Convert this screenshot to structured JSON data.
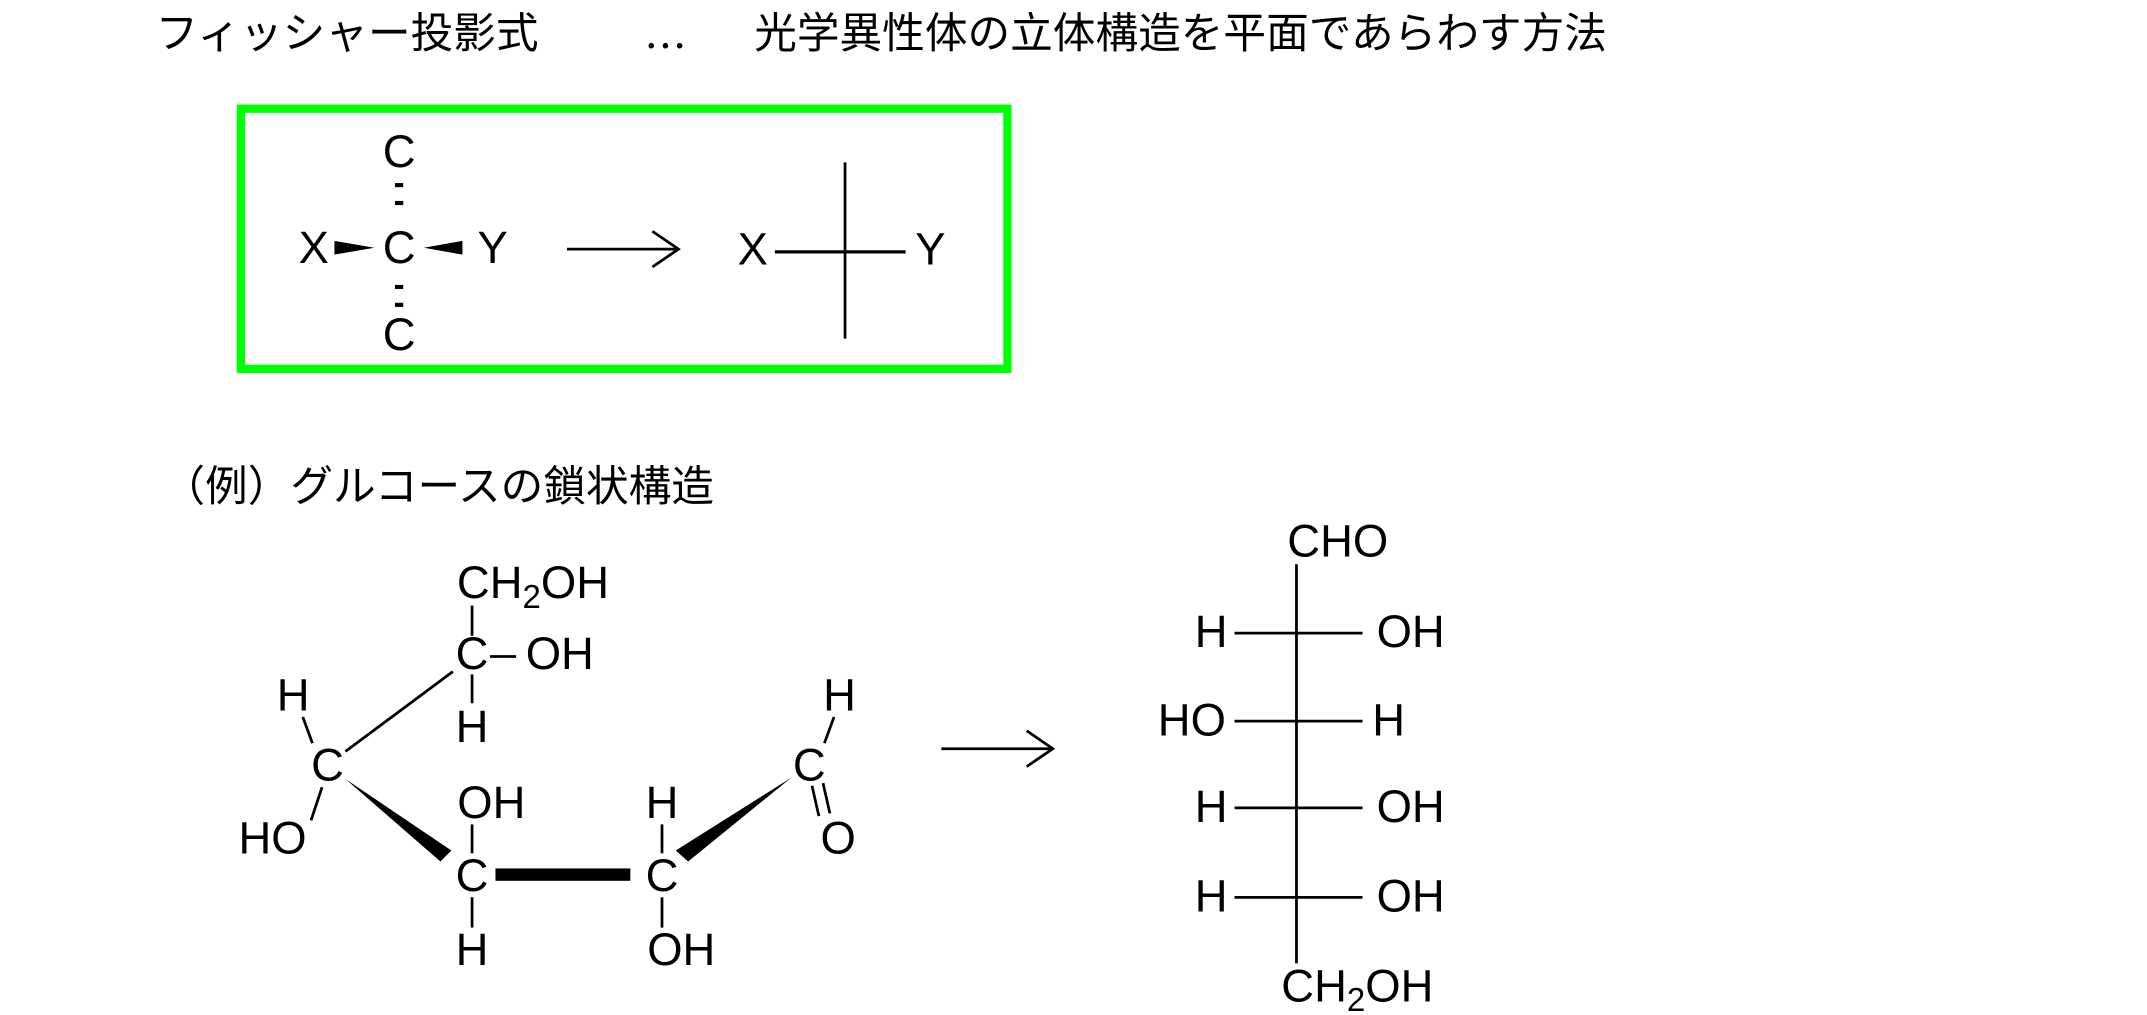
{
  "title": {
    "term": "フィッシャー投影式",
    "separator": "…",
    "description": "光学異性体の立体構造を平面であらわす方法"
  },
  "projection_box": {
    "border_color": "#00ff00",
    "wedge_form": {
      "top": "C",
      "center": "C",
      "bottom": "C",
      "left": "X",
      "right": "Y"
    },
    "fischer_form": {
      "left": "X",
      "right": "Y"
    }
  },
  "example": {
    "heading": "（例）グルコースの鎖状構造",
    "chain": {
      "top_group": {
        "main": "CH",
        "sub": "2",
        "tail": "OH"
      },
      "c5": {
        "atom": "C",
        "right": "OH",
        "bottom": "H"
      },
      "c4": {
        "atom": "C",
        "top": "H",
        "bottom": "HO"
      },
      "c3": {
        "atom": "C",
        "top": "OH",
        "bottom": "H"
      },
      "c2": {
        "atom": "C",
        "top": "H",
        "bottom": "OH"
      },
      "c1": {
        "atom": "C",
        "top": "H",
        "oxygen": "O"
      }
    },
    "fischer": {
      "top": "CHO",
      "rows": [
        {
          "left": "H",
          "right": "OH"
        },
        {
          "left": "HO",
          "right": "H"
        },
        {
          "left": "H",
          "right": "OH"
        },
        {
          "left": "H",
          "right": "OH"
        }
      ],
      "bottom": {
        "main": "CH",
        "sub": "2",
        "tail": "OH"
      }
    }
  }
}
